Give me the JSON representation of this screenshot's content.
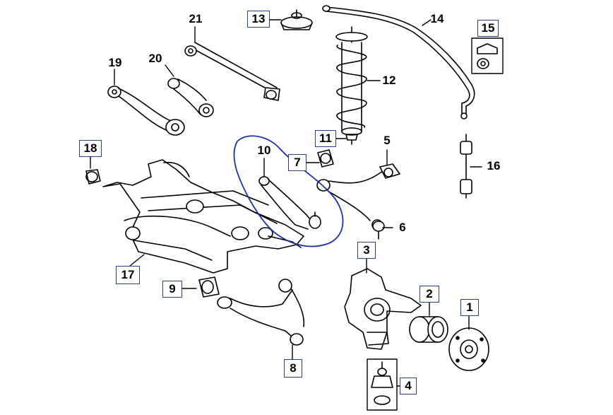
{
  "diagram": {
    "ink_color": "#000000",
    "callout_border_color": "#2b3f86",
    "annotation_color": "#1f2fa8",
    "callouts": {
      "c1": "1",
      "c2": "2",
      "c3": "3",
      "c4": "4",
      "c5": "5",
      "c6": "6",
      "c7": "7",
      "c8": "8",
      "c9": "9",
      "c10": "10",
      "c11": "11",
      "c12": "12",
      "c13": "13",
      "c14": "14",
      "c15": "15",
      "c16": "16",
      "c17": "17",
      "c18": "18",
      "c19": "19",
      "c20": "20",
      "c21": "21"
    }
  }
}
